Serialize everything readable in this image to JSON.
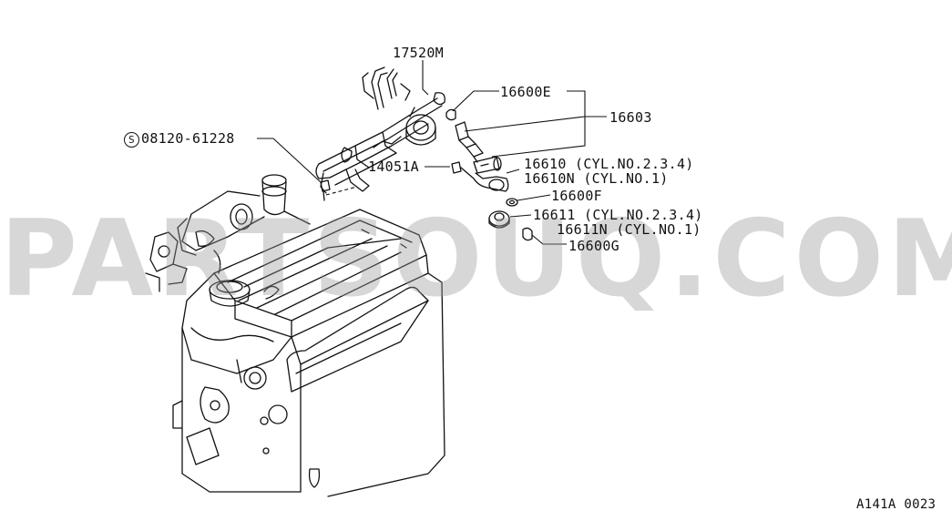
{
  "parts": {
    "p17520m": "17520M",
    "p16600e": "16600E",
    "p16603": "16603",
    "p08120_prefix": "S",
    "p08120": "08120-61228",
    "p14051a": "14051A",
    "p16610": "16610 (CYL.NO.2.3.4)",
    "p16610n": "16610N (CYL.NO.1)",
    "p16600f": "16600F",
    "p16611": "16611 (CYL.NO.2.3.4)",
    "p16611n": "16611N (CYL.NO.1)",
    "p16600g": "16600G"
  },
  "watermark": "PARTSOUQ.COM",
  "diagram_code": "A141A 0023"
}
